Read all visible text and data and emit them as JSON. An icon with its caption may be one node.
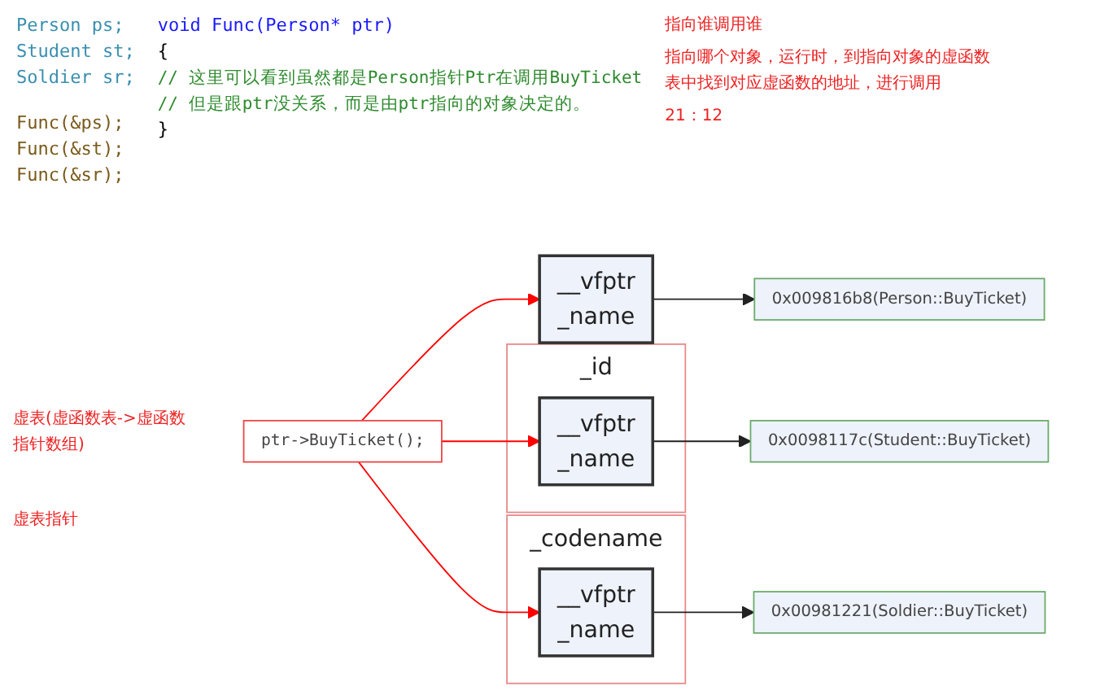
{
  "diagram": {
    "nodes": [
      {
        "text": [
          "ptr->BuyTicket();"
        ]
      },
      {
        "text": [
          "__vfptr",
          "_name"
        ]
      },
      {
        "text": [
          "0x009816b8(Person::BuyTicket)"
        ]
      },
      {
        "text": [
          "_id"
        ]
      },
      {
        "text": [
          "__vfptr",
          "_name"
        ],
        "in": 3
      },
      {
        "text": [
          "0x0098117c(Student::BuyTicket)"
        ]
      },
      {
        "text": [
          "_codename"
        ]
      },
      {
        "text": [
          "__vfptr",
          "_name"
        ],
        "in": 6
      },
      {
        "text": [
          "0x00981221(Soldier::BuyTicket)"
        ]
      }
    ],
    "edges": [
      {
        "from": 0,
        "to": 1,
        "arrow": "to",
        "color": "#ff0000"
      },
      {
        "from": 0,
        "to": 4,
        "arrow": "to",
        "color": "#ff0000"
      },
      {
        "from": 0,
        "to": 7,
        "arrow": "to",
        "color": "#ff0000"
      },
      {
        "from": 1,
        "to": 2,
        "arrow": "to",
        "color": "#222222"
      },
      {
        "from": 4,
        "to": 5,
        "arrow": "to",
        "color": "#222222"
      },
      {
        "from": 7,
        "to": 8,
        "arrow": "to",
        "color": "#222222"
      }
    ],
    "labels": [
      "Person ps;",
      "Student st;",
      "Soldier sr;",
      "Func(&ps);",
      "Func(&st);",
      "Func(&sr);",
      "void Func(Person* ptr)",
      "{",
      "// 这里可以看到虽然都是Person指针Ptr在调用BuyTicket",
      "// 但是跟ptr没关系，而是由ptr指向的对象决定的。",
      "}",
      "指向谁调用谁",
      "指向哪个对象，运行时，到指向对象的虚函数表中找到对应虚函数的地址，进行调用",
      "21：12",
      "虚表(虚函数表->虚函数指针数组)",
      "虚表指针"
    ]
  }
}
